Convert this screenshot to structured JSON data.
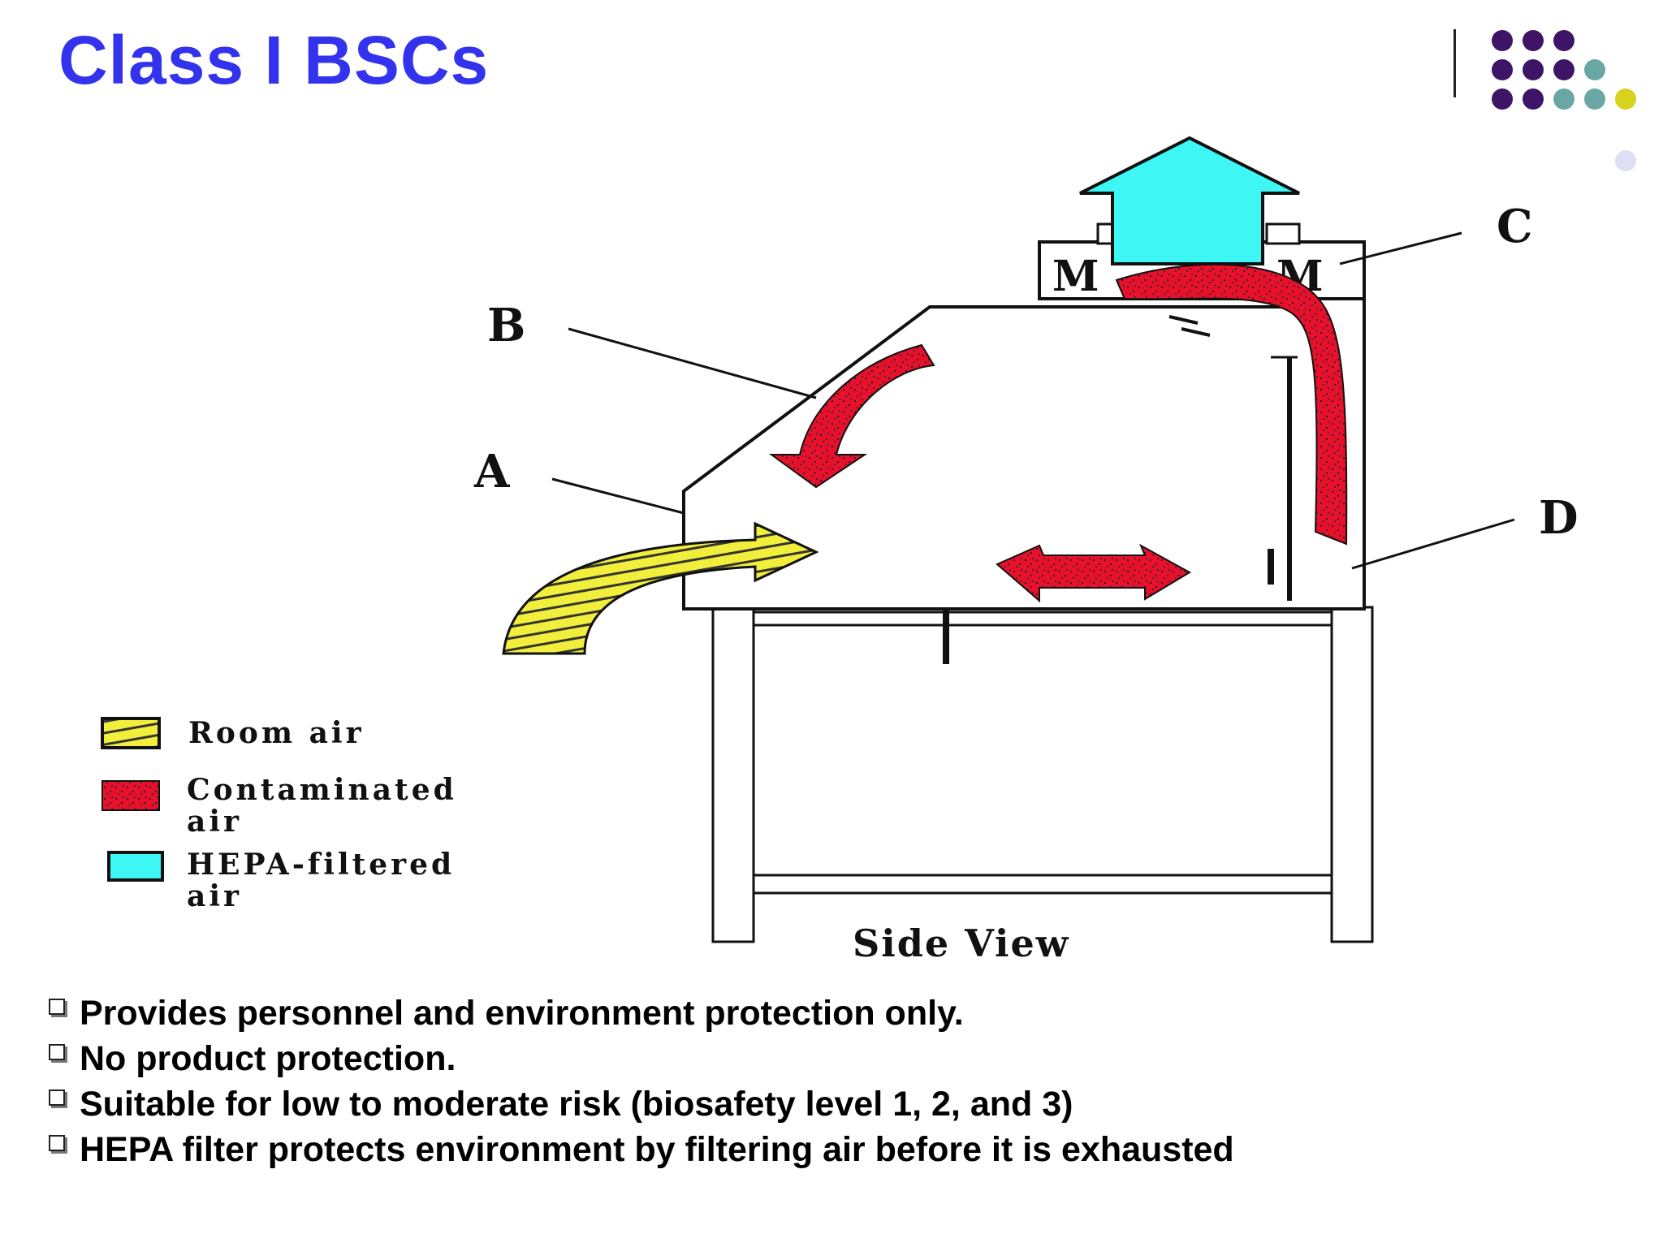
{
  "title": "Class I BSCs",
  "diagram": {
    "labels": {
      "a": "A",
      "b": "B",
      "c": "C",
      "d": "D"
    },
    "side_view": "Side View",
    "legend": {
      "room_air": "Room air",
      "contaminated_line1": "Contaminated",
      "contaminated_line2": "air",
      "hepa_line1": "HEPA-filtered",
      "hepa_line2": "air"
    },
    "colors": {
      "room_air": "#f2ee3c",
      "contaminated": "#e8102a",
      "hepa": "#3ef7f4"
    }
  },
  "bullets": [
    "Provides personnel and environment protection only.",
    "No product protection.",
    "Suitable for low to moderate risk (biosafety level 1, 2, and 3)",
    "HEPA filter protects environment by filtering air before it is exhausted"
  ],
  "accent_colors": {
    "title": "#3333ee",
    "dot_purple": "#3d1466",
    "dot_teal": "#6aa6a3",
    "dot_yellow": "#d6d21e"
  }
}
